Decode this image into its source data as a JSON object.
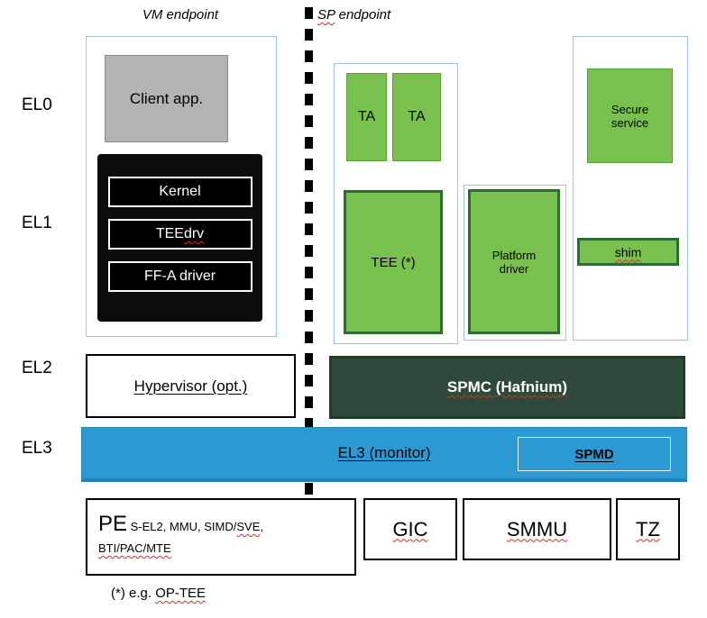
{
  "labels": {
    "vm_endpoint": "VM endpoint",
    "sp_prefix": "SP",
    "sp_suffix": " endpoint",
    "el0": "EL0",
    "el1": "EL1",
    "el2": "EL2",
    "el3": "EL3",
    "footnote_prefix": "(*) e.g. ",
    "footnote_word": "OP-TEE"
  },
  "vm": {
    "client_app": "Client app.",
    "kernel": "Kernel",
    "tee_prefix": "TEE ",
    "tee_word": "drv",
    "ffa": "FF-A driver",
    "hypervisor": "Hypervisor (opt.)"
  },
  "sp": {
    "ta1": "TA",
    "ta2": "TA",
    "tee": "TEE (*)",
    "platform_driver": "Platform driver",
    "secure_service": "Secure service",
    "shim": "shim",
    "spmc": "SPMC (Hafnium)"
  },
  "el3": {
    "monitor": "EL3 (monitor)",
    "spmd": "SPMD"
  },
  "hw": {
    "pe": "PE",
    "pe_line1": "S-EL2, MMU, SIMD/",
    "pe_sve": "SVE",
    "pe_sep": ",",
    "pe_line2": "BTI/PAC/MTE",
    "gic": "GIC",
    "smmu": "SMMU",
    "tz": "TZ"
  },
  "colors": {
    "green_fill": "#78c14f",
    "green_border": "#2f6c2f",
    "spmc_fill": "#2f4a3a",
    "el3_blue": "#2b9ad3",
    "container_border": "#9cc3e5",
    "client_gray": "#b3b3b3",
    "spellcheck_red": "#d93025"
  }
}
